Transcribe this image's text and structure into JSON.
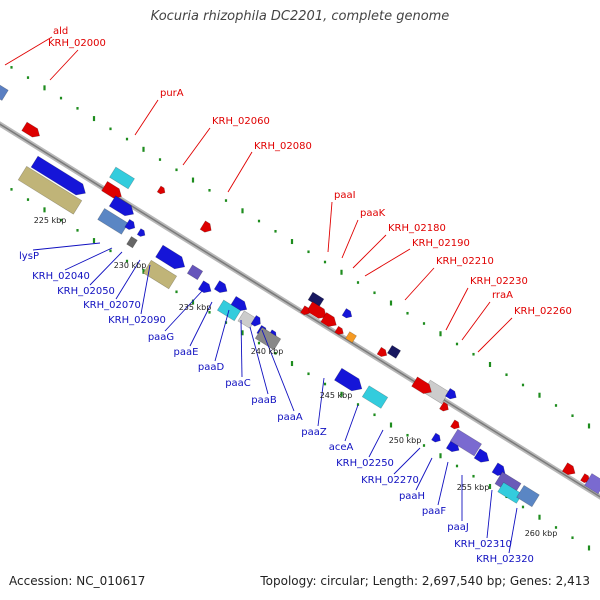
{
  "title": "Kocuria rhizophila DC2201, complete genome",
  "footer": {
    "accession": "Accession: NC_010617",
    "summary": "Topology: circular; Length: 2,697,540 bp; Genes: 2,413"
  },
  "colors": {
    "backbone": "#8f8f8f",
    "dots": "#1e8c1e",
    "label_top": "#e00000",
    "label_bottom": "#1010c0"
  },
  "kbp_ticks": [
    "225 kbp",
    "230 kbp",
    "235 kbp",
    "240 kbp",
    "245 kbp",
    "250 kbp",
    "255 kbp",
    "260 kbp"
  ],
  "labels_top": [
    "ald",
    "KRH_02000",
    "purA",
    "KRH_02060",
    "KRH_02080",
    "paaI",
    "paaK",
    "KRH_02180",
    "KRH_02190",
    "KRH_02210",
    "KRH_02230",
    "rraA",
    "KRH_02260"
  ],
  "labels_bottom": [
    "lysP",
    "KRH_02040",
    "KRH_02050",
    "KRH_02070",
    "KRH_02090",
    "paaG",
    "paaE",
    "paaD",
    "paaC",
    "paaB",
    "paaA",
    "paaZ",
    "aceA",
    "KRH_02250",
    "KRH_02270",
    "paaH",
    "paaF",
    "paaJ",
    "KRH_02310",
    "KRH_02320"
  ]
}
